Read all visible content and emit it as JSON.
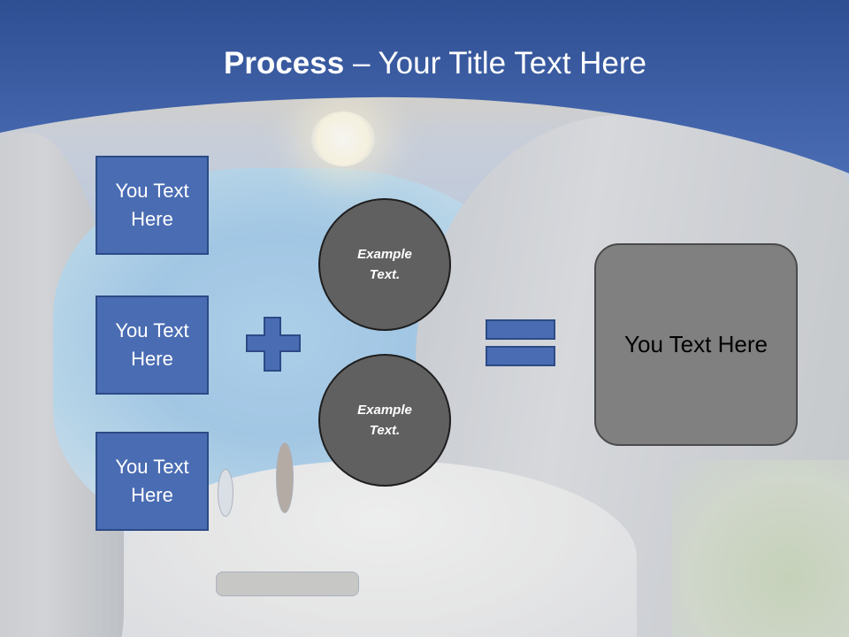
{
  "slide": {
    "title_bold": "Process",
    "title_rest": " – Your Title Text Here",
    "left_boxes": [
      {
        "label": "You Text Here"
      },
      {
        "label": "You Text Here"
      },
      {
        "label": "You Text Here"
      }
    ],
    "circles": [
      {
        "label": "Example Text."
      },
      {
        "label": "Example Text."
      }
    ],
    "operators": {
      "plus": "plus-icon",
      "equals": "equals-icon"
    },
    "result_box": {
      "label": "You Text Here"
    }
  },
  "colors": {
    "title_band": "#3f5fa5",
    "box_fill": "#4a6cb3",
    "box_border": "#2c4a86",
    "circle_fill": "#606060",
    "result_fill": "#808080"
  }
}
